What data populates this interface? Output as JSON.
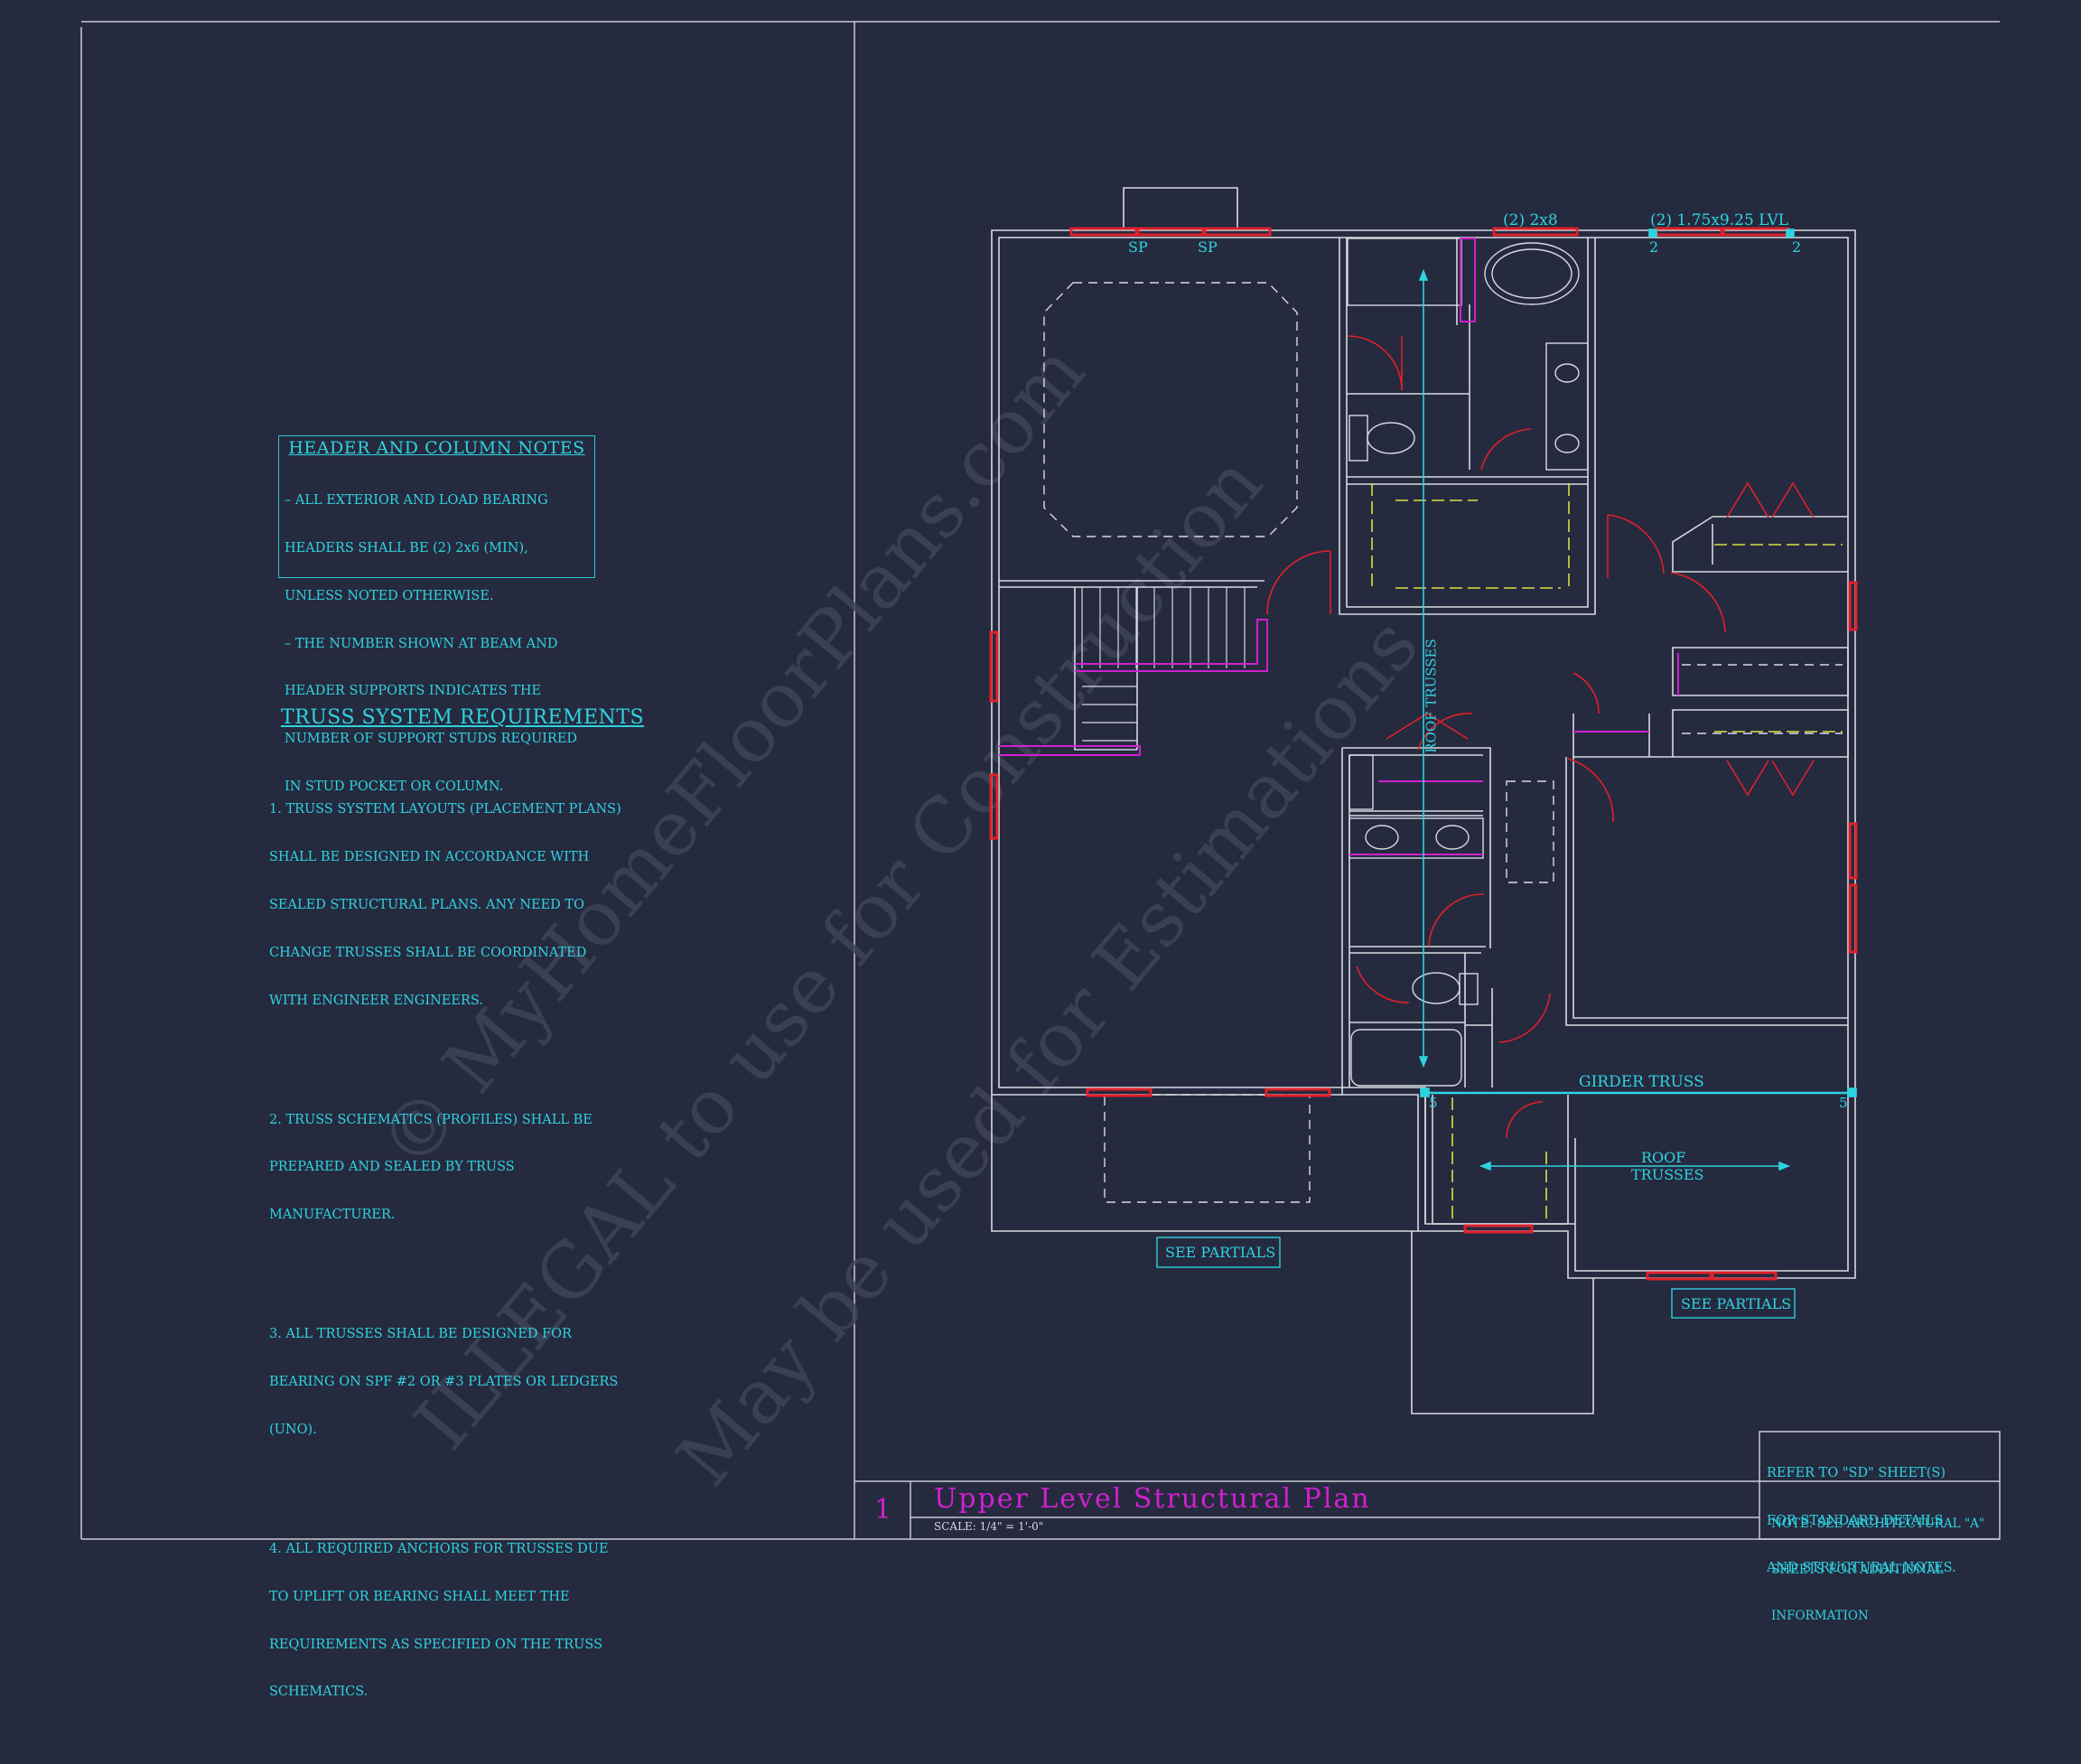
{
  "header_notes": {
    "title": "HEADER AND COLUMN NOTES",
    "lines": [
      "– ALL EXTERIOR AND LOAD BEARING",
      "HEADERS SHALL BE (2) 2x6 (MIN),",
      "UNLESS NOTED OTHERWISE.",
      "– THE NUMBER SHOWN AT BEAM AND",
      "HEADER SUPPORTS INDICATES THE",
      "NUMBER OF SUPPORT STUDS REQUIRED",
      "IN STUD POCKET OR COLUMN."
    ]
  },
  "truss_requirements": {
    "title": "TRUSS SYSTEM REQUIREMENTS",
    "items": [
      [
        "1. TRUSS SYSTEM LAYOUTS (PLACEMENT PLANS)",
        "SHALL BE DESIGNED IN ACCORDANCE WITH",
        "SEALED STRUCTURAL PLANS. ANY NEED TO",
        "CHANGE TRUSSES SHALL BE COORDINATED",
        "WITH ENGINEER ENGINEERS."
      ],
      [
        "2. TRUSS SCHEMATICS (PROFILES) SHALL BE",
        "PREPARED AND SEALED BY TRUSS",
        "MANUFACTURER."
      ],
      [
        "3. ALL TRUSSES SHALL BE DESIGNED FOR",
        "BEARING ON SPF #2 OR #3 PLATES OR LEDGERS",
        "(UNO)."
      ],
      [
        "4. ALL REQUIRED ANCHORS FOR TRUSSES DUE",
        "TO UPLIFT OR BEARING SHALL MEET THE",
        "REQUIREMENTS AS SPECIFIED ON THE TRUSS",
        "SCHEMATICS."
      ]
    ]
  },
  "plan_labels": {
    "sp1": "SP",
    "sp2": "SP",
    "header_2x8": "(2) 2x8",
    "header_lvl": "(2) 1.75x9.25 LVL",
    "stud_left": "2",
    "stud_right": "2",
    "roof_trusses_vertical": "ROOF TRUSSES",
    "girder_truss": "GIRDER TRUSS",
    "girder_left": "5",
    "girder_right": "5",
    "roof_trusses_horizontal_1": "ROOF",
    "roof_trusses_horizontal_2": "TRUSSES",
    "see_partials_1": "SEE PARTIALS",
    "see_partials_2": "SEE PARTIALS"
  },
  "watermark": {
    "line1": "© MyHomeFloorPlans.com",
    "line2": "ILLEGAL to use for Construction",
    "line3": "May be used for Estimations"
  },
  "title_block": {
    "number": "1",
    "title": "Upper Level Structural Plan",
    "scale": "SCALE: 1/4\" = 1'-0\"",
    "refer_lines": [
      "REFER TO \"SD\" SHEET(S)",
      "FOR STANDARD DETAILS",
      "AND STRUCTURAL NOTES."
    ],
    "note_lines": [
      "NOTE: SEE ARCHITECTURAL \"A\"",
      "SHEETS FOR ADDITIONAL",
      "INFORMATION"
    ]
  },
  "colors": {
    "background": "#252a3f",
    "wall": "#d9d9e0",
    "cyan": "#2fd3e0",
    "red": "#e0202a",
    "magenta": "#d020d0",
    "yellow": "#d8e040"
  }
}
